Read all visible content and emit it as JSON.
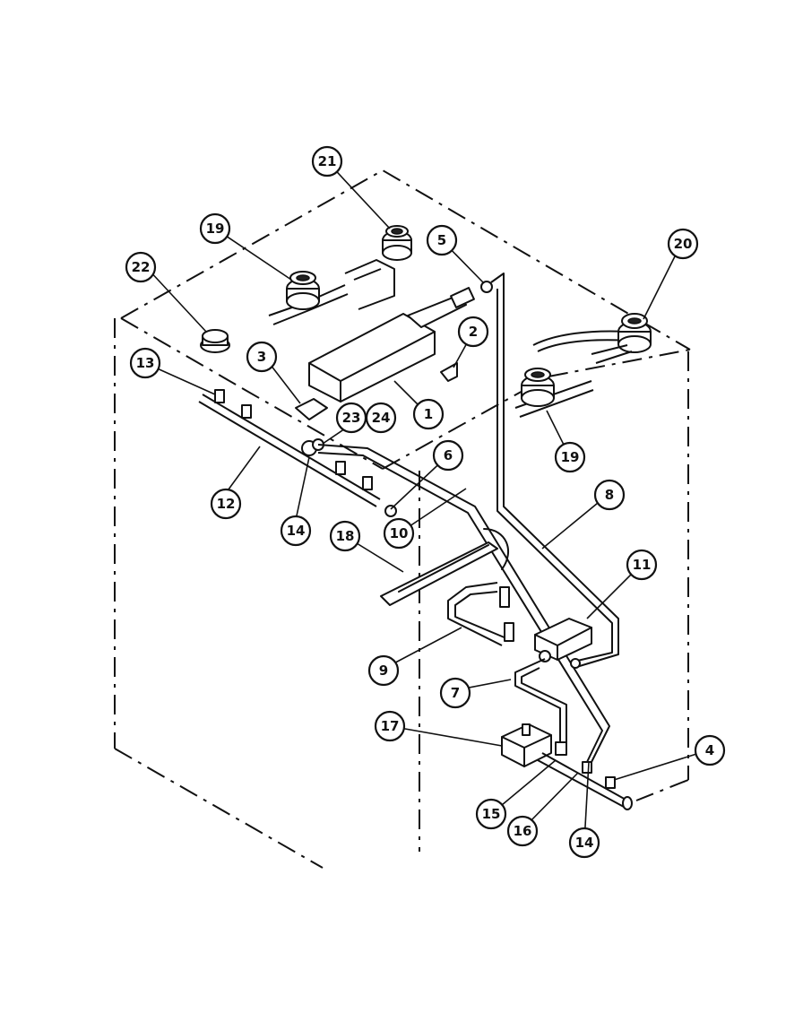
{
  "callouts": [
    {
      "id": "c1",
      "label": "1"
    },
    {
      "id": "c2",
      "label": "2"
    },
    {
      "id": "c3",
      "label": "3"
    },
    {
      "id": "c4",
      "label": "4"
    },
    {
      "id": "c5",
      "label": "5"
    },
    {
      "id": "c6",
      "label": "6"
    },
    {
      "id": "c7",
      "label": "7"
    },
    {
      "id": "c8",
      "label": "8"
    },
    {
      "id": "c9",
      "label": "9"
    },
    {
      "id": "c10",
      "label": "10"
    },
    {
      "id": "c11",
      "label": "11"
    },
    {
      "id": "c12",
      "label": "12"
    },
    {
      "id": "c13",
      "label": "13"
    },
    {
      "id": "c14a",
      "label": "14"
    },
    {
      "id": "c14b",
      "label": "14"
    },
    {
      "id": "c15",
      "label": "15"
    },
    {
      "id": "c16",
      "label": "16"
    },
    {
      "id": "c17",
      "label": "17"
    },
    {
      "id": "c18",
      "label": "18"
    },
    {
      "id": "c19a",
      "label": "19"
    },
    {
      "id": "c19b",
      "label": "19"
    },
    {
      "id": "c20",
      "label": "20"
    },
    {
      "id": "c21",
      "label": "21"
    },
    {
      "id": "c22",
      "label": "22"
    },
    {
      "id": "c23",
      "label": "23"
    },
    {
      "id": "c24",
      "label": "24"
    }
  ]
}
